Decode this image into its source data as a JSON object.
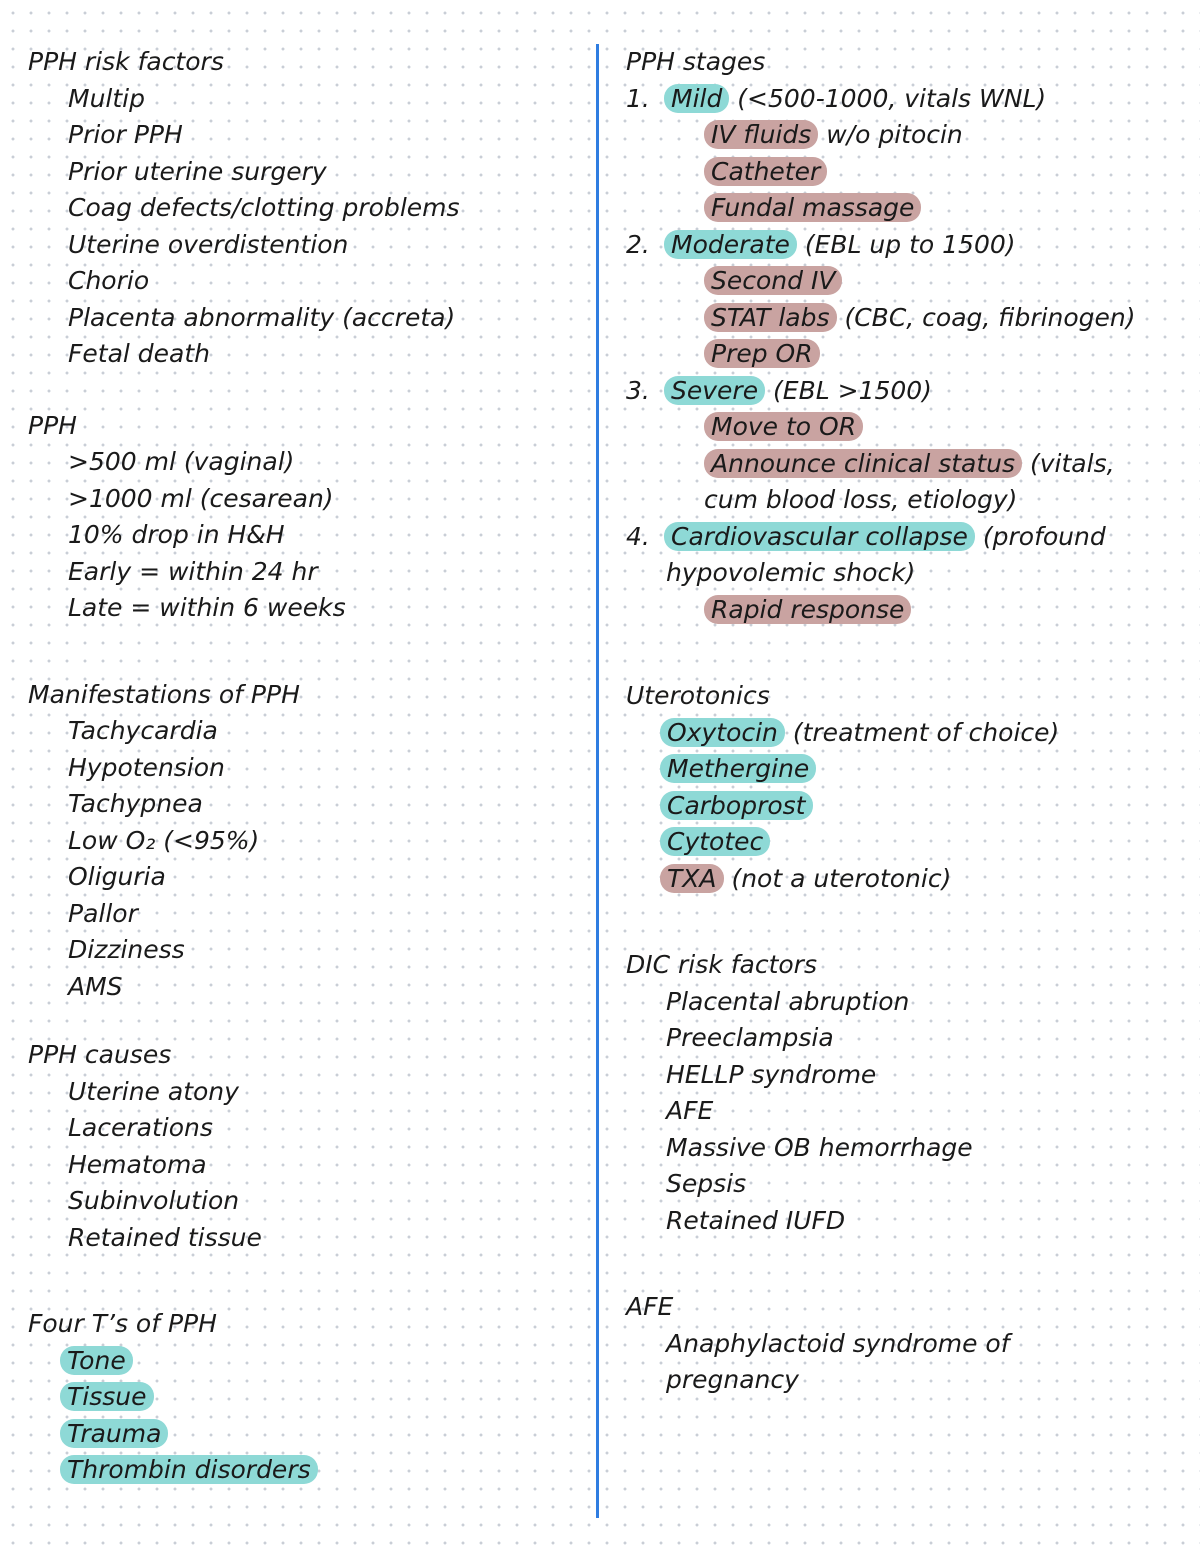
{
  "left": {
    "risk": {
      "heading": "PPH risk factors",
      "items": [
        "Multip",
        "Prior PPH",
        "Prior uterine surgery",
        "Coag defects/clotting problems",
        "Uterine overdistention",
        "Chorio",
        "Placenta abnormality (accreta)",
        "Fetal death"
      ]
    },
    "pph": {
      "heading": "PPH",
      "items": [
        ">500 ml (vaginal)",
        ">1000 ml (cesarean)",
        "10% drop in H&H",
        "Early = within 24 hr",
        "Late = within 6 weeks"
      ]
    },
    "manifest": {
      "heading": "Manifestations of PPH",
      "items": [
        "Tachycardia",
        "Hypotension",
        "Tachypnea",
        "Low O₂ (<95%)",
        "Oliguria",
        "Pallor",
        "Dizziness",
        "AMS"
      ]
    },
    "causes": {
      "heading": "PPH causes",
      "items": [
        "Uterine atony",
        "Lacerations",
        "Hematoma",
        "Subinvolution",
        "Retained tissue"
      ]
    },
    "fourt": {
      "heading": "Four T’s of PPH",
      "items": [
        "Tone",
        "Tissue",
        "Trauma",
        "Thrombin disorders"
      ]
    }
  },
  "right": {
    "stages": {
      "heading": "PPH stages",
      "s1": {
        "num": "1.",
        "label": "Mild",
        "rest": " (<500-1000, vitals WNL)",
        "a1": "IV fluids",
        "a1rest": " w/o pitocin",
        "a2": "Catheter",
        "a3": "Fundal massage"
      },
      "s2": {
        "num": "2.",
        "label": "Moderate",
        "rest": " (EBL up to 1500)",
        "a1": "Second IV",
        "a2": "STAT labs",
        "a2rest": " (CBC, coag, fibrinogen)",
        "a3": "Prep OR"
      },
      "s3": {
        "num": "3.",
        "label": "Severe",
        "rest": " (EBL >1500)",
        "a1": "Move to OR",
        "a2": "Announce clinical status",
        "a2rest": " (vitals,",
        "a2cont": "cum blood loss, etiology)"
      },
      "s4": {
        "num": "4.",
        "label": "Cardiovascular collapse",
        "rest": " (profound",
        "cont": "hypovolemic shock)",
        "a1": "Rapid response"
      }
    },
    "utero": {
      "heading": "Uterotonics",
      "i1": "Oxytocin",
      "i1rest": " (treatment of choice)",
      "i2": "Methergine",
      "i3": "Carboprost",
      "i4": "Cytotec",
      "i5": "TXA",
      "i5rest": " (not a uterotonic)"
    },
    "dic": {
      "heading": "DIC risk factors",
      "items": [
        "Placental abruption",
        "Preeclampsia",
        "HELLP syndrome",
        "AFE",
        "Massive OB hemorrhage",
        "Sepsis",
        "Retained IUFD"
      ]
    },
    "afe": {
      "heading": "AFE",
      "line1": "Anaphylactoid syndrome of",
      "line2": "pregnancy"
    }
  }
}
